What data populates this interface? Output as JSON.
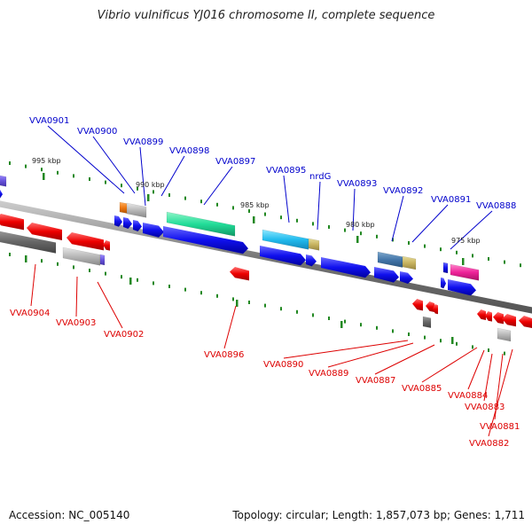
{
  "title": "Vibrio vulnificus YJ016 chromosome II, complete sequence",
  "accession": "Accession: NC_005140",
  "summary": "Topology: circular; Length: 1,857,073 bp; Genes: 1,711",
  "colors": {
    "forward_label": "#0000cc",
    "reverse_label": "#dd0000",
    "backbone": "#888888",
    "tick": "#228822"
  },
  "ticks": [
    {
      "label": "995 kbp"
    },
    {
      "label": "990 kbp"
    },
    {
      "label": "985 kbp"
    },
    {
      "label": "980 kbp"
    },
    {
      "label": "975 kbp"
    }
  ],
  "forward_genes": [
    {
      "label": "VVA0901"
    },
    {
      "label": "VVA0900"
    },
    {
      "label": "VVA0899"
    },
    {
      "label": "VVA0898"
    },
    {
      "label": "VVA0897"
    },
    {
      "label": "VVA0895"
    },
    {
      "label": "nrdG"
    },
    {
      "label": "VVA0893"
    },
    {
      "label": "VVA0892"
    },
    {
      "label": "VVA0891"
    },
    {
      "label": "VVA0888"
    }
  ],
  "reverse_genes": [
    {
      "label": "VVA0904"
    },
    {
      "label": "VVA0903"
    },
    {
      "label": "VVA0902"
    },
    {
      "label": "VVA0896"
    },
    {
      "label": "VVA0890"
    },
    {
      "label": "VVA0889"
    },
    {
      "label": "VVA0887"
    },
    {
      "label": "VVA0885"
    },
    {
      "label": "VVA0884"
    },
    {
      "label": "VVA0883"
    },
    {
      "label": "VVA0881"
    },
    {
      "label": "VVA0882"
    }
  ]
}
